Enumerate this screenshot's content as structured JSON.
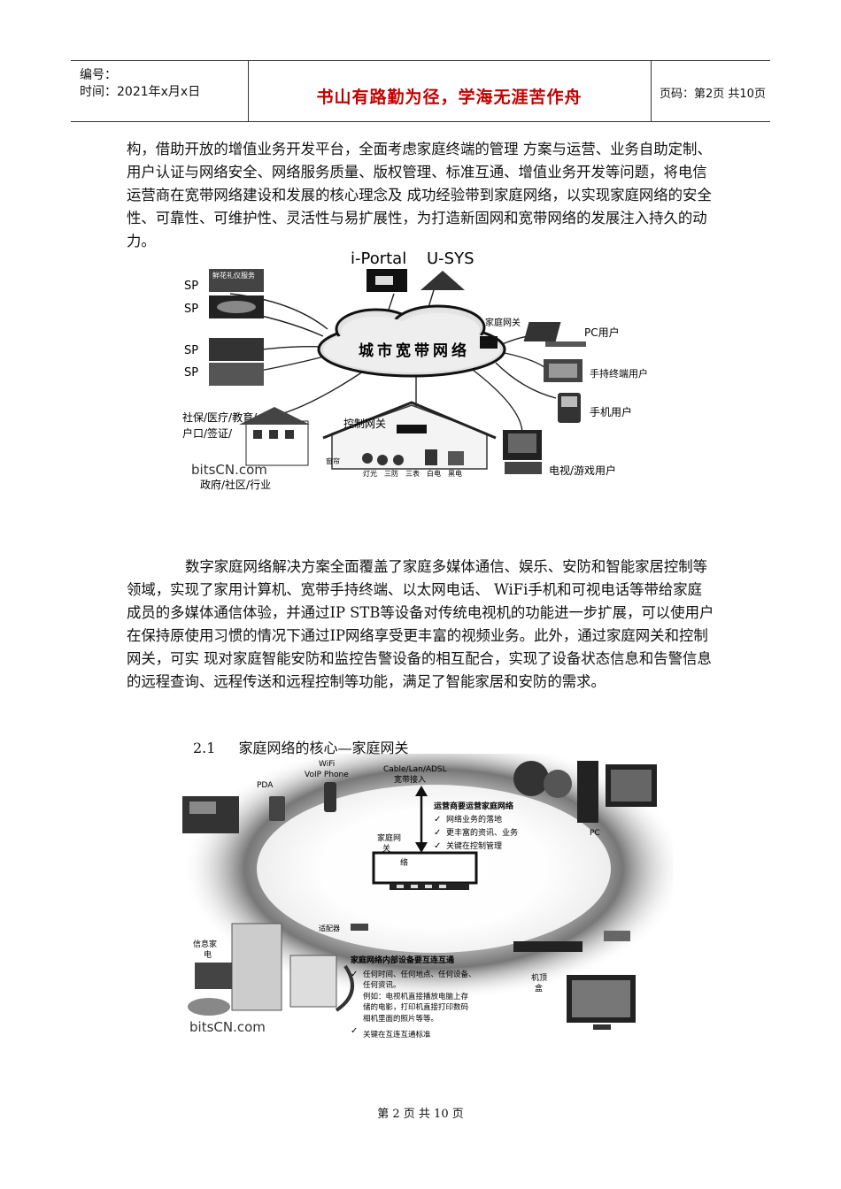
{
  "header": {
    "number_label": "编号：",
    "date_label": "时间：2021年x月x日",
    "motto": "书山有路勤为径，学海无涯苦作舟",
    "page_label": "页码：第2页  共10页"
  },
  "body": {
    "paragraph1": "构，借助开放的增值业务开发平台，全面考虑家庭终端的管理 方案与运营、业务自助定制、用户认证与网络安全、网络服务质量、版权管理、标准互通、增值业务开发等问题，将电信运营商在宽带网络建设和发展的核心理念及 成功经验带到家庭网络，以实现家庭网络的安全性、可靠性、可维护性、灵活性与易扩展性，为打造新固网和宽带网络的发展注入持久的动力。",
    "paragraph2": "数字家庭网络解决方案全面覆盖了家庭多媒体通信、娱乐、安防和智能家居控制等领域，实现了家用计算机、宽带手持终端、以太网电话、 WiFi手机和可视电话等带给家庭成员的多媒体通信体验，并通过IP STB等设备对传统电视机的功能进一步扩展，可以使用户在保持原使用习惯的情况下通过IP网络享受更丰富的视频业务。此外，通过家庭网关和控制网关，可实 现对家庭智能安防和监控告警设备的相互配合，实现了设备状态信息和告警信息的远程查询、远程传送和远程控制等功能，满足了智能家居和安防的需求。",
    "section_number": "2.1",
    "section_title": "家庭网络的核心—家庭网关"
  },
  "figure1": {
    "portal": "i-Portal",
    "usys": "U-SYS",
    "sp": [
      "SP",
      "SP",
      "SP",
      "SP"
    ],
    "sp_banner": "鲜花礼仪服务",
    "cloud": "城市宽带网络",
    "home_gw": "家庭网关",
    "pc_user": "PC用户",
    "handheld_user": "手持终端用户",
    "mobile_user": "手机用户",
    "tv_user": "电视/游戏用户",
    "ctrl_gw": "控制网关",
    "social_line1": "社保/医疗/教育/",
    "social_line2": "户口/签证/",
    "gov": "政府/社区/行业",
    "watermark": "bitsCN.com",
    "house_labels": [
      "窗帘",
      "灯光",
      "三防",
      "三表",
      "白电",
      "黑电"
    ]
  },
  "figure2": {
    "wifi": "WiFi",
    "voip": "VoIP Phone",
    "pda": "PDA",
    "access_line1": "Cable/Lan/ADSL",
    "access_line2": "宽带接入",
    "pc": "PC",
    "gw_line1": "家庭网",
    "gw_line2": "关",
    "luo": "络",
    "ops_title": "运营商要运营家庭网络",
    "ops_items": [
      "网络业务的落地",
      "更丰富的资讯、业务",
      "关键在控制管理"
    ],
    "adapter": "适配器",
    "appliance_line1": "信息家",
    "appliance_line2": "电",
    "stb_line1": "机顶",
    "stb_line2": "盒",
    "inner_title": "家庭网络内部设备要互连互通",
    "inner_item1_lines": [
      "任何时间、任何地点、任何设备、",
      "任何资讯。",
      "例如：电视机直接播放电脑上存",
      "储的电影，打印机直接打印数码",
      "相机里面的照片等等。"
    ],
    "inner_item2": "关键在互连互通标准",
    "watermark": "bitsCN.com"
  },
  "footer": "第 2 页 共 10 页"
}
